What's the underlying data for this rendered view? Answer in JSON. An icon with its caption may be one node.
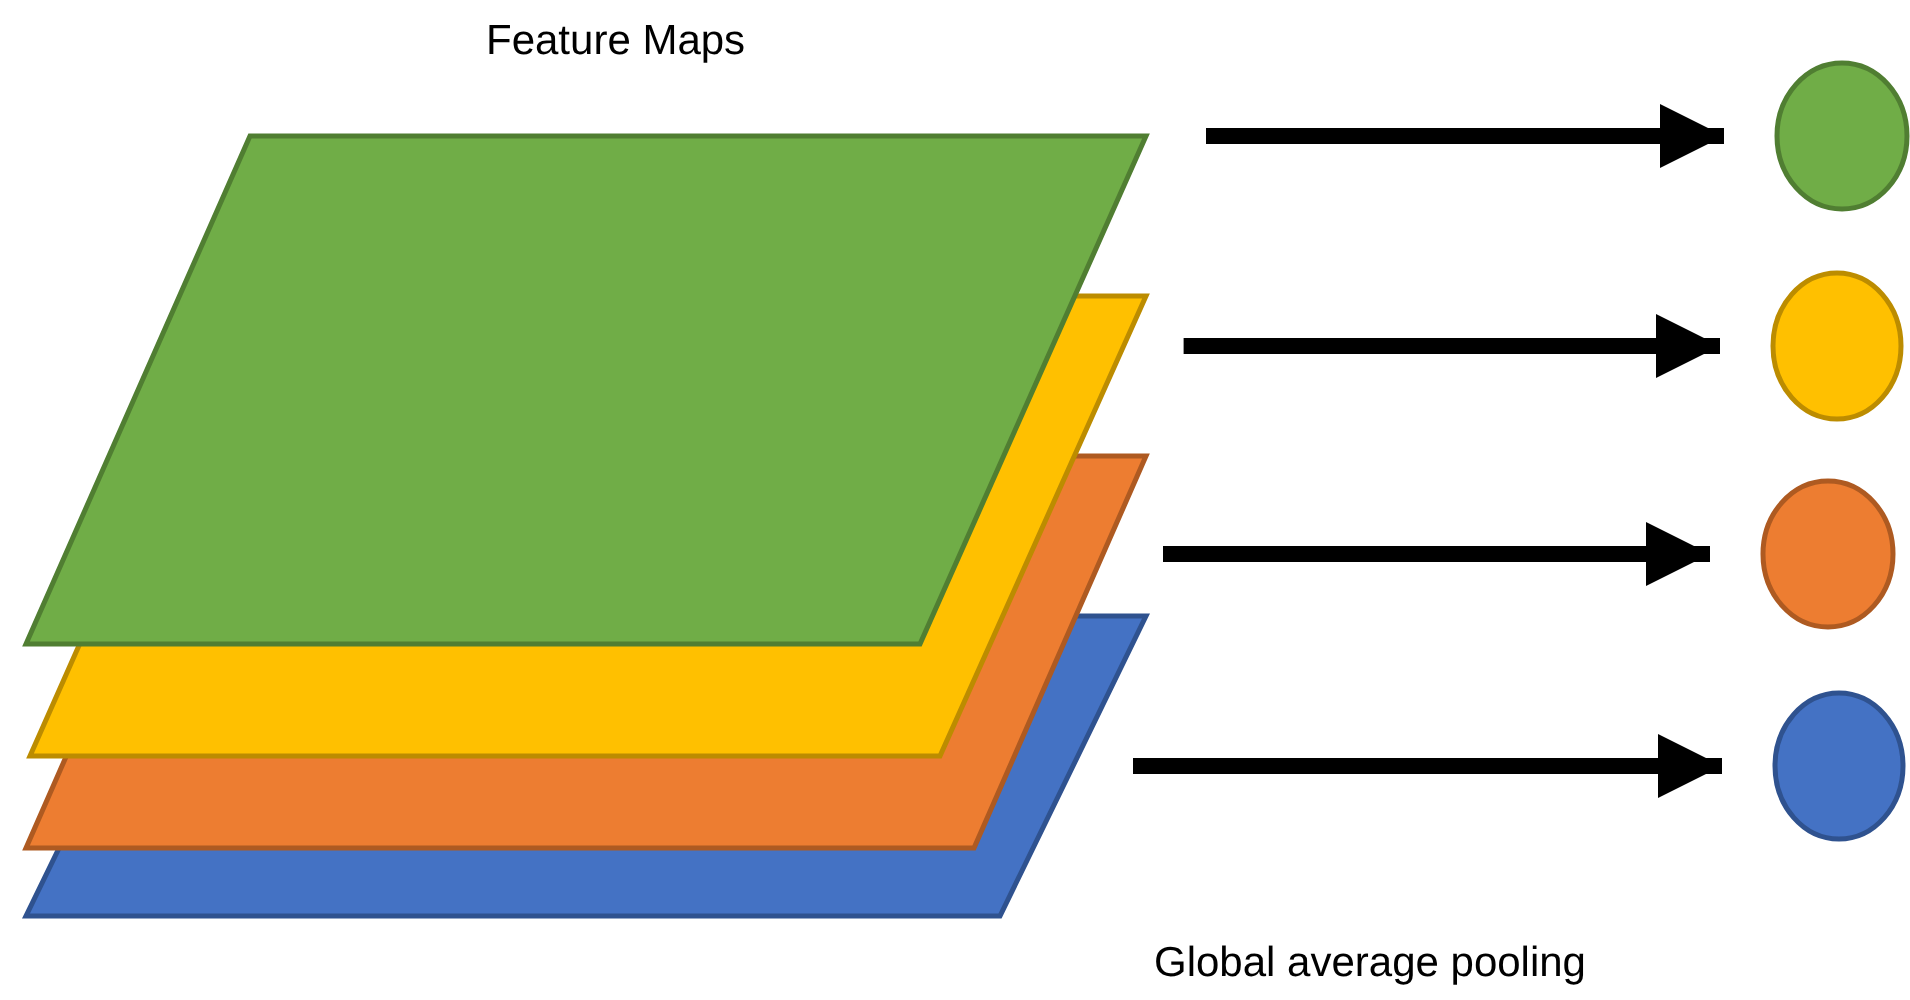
{
  "diagram": {
    "title": "Feature Maps",
    "nodes": [
      {
        "text": [],
        "shape": "parallelogram"
      },
      {
        "text": [],
        "shape": "parallelogram"
      },
      {
        "text": [],
        "shape": "parallelogram"
      },
      {
        "text": [],
        "shape": "parallelogram"
      },
      {
        "text": [],
        "shape": "circle"
      },
      {
        "text": [],
        "shape": "circle"
      },
      {
        "text": [],
        "shape": "circle"
      },
      {
        "text": [],
        "shape": "circle"
      }
    ],
    "edges": [
      {
        "from": 0,
        "to": 4,
        "arrow": "to"
      },
      {
        "from": 1,
        "to": 5,
        "arrow": "to"
      },
      {
        "from": 2,
        "to": 6,
        "arrow": "to"
      },
      {
        "from": 3,
        "to": 7,
        "arrow": "to"
      }
    ],
    "labels": [
      "Global average pooling"
    ]
  }
}
